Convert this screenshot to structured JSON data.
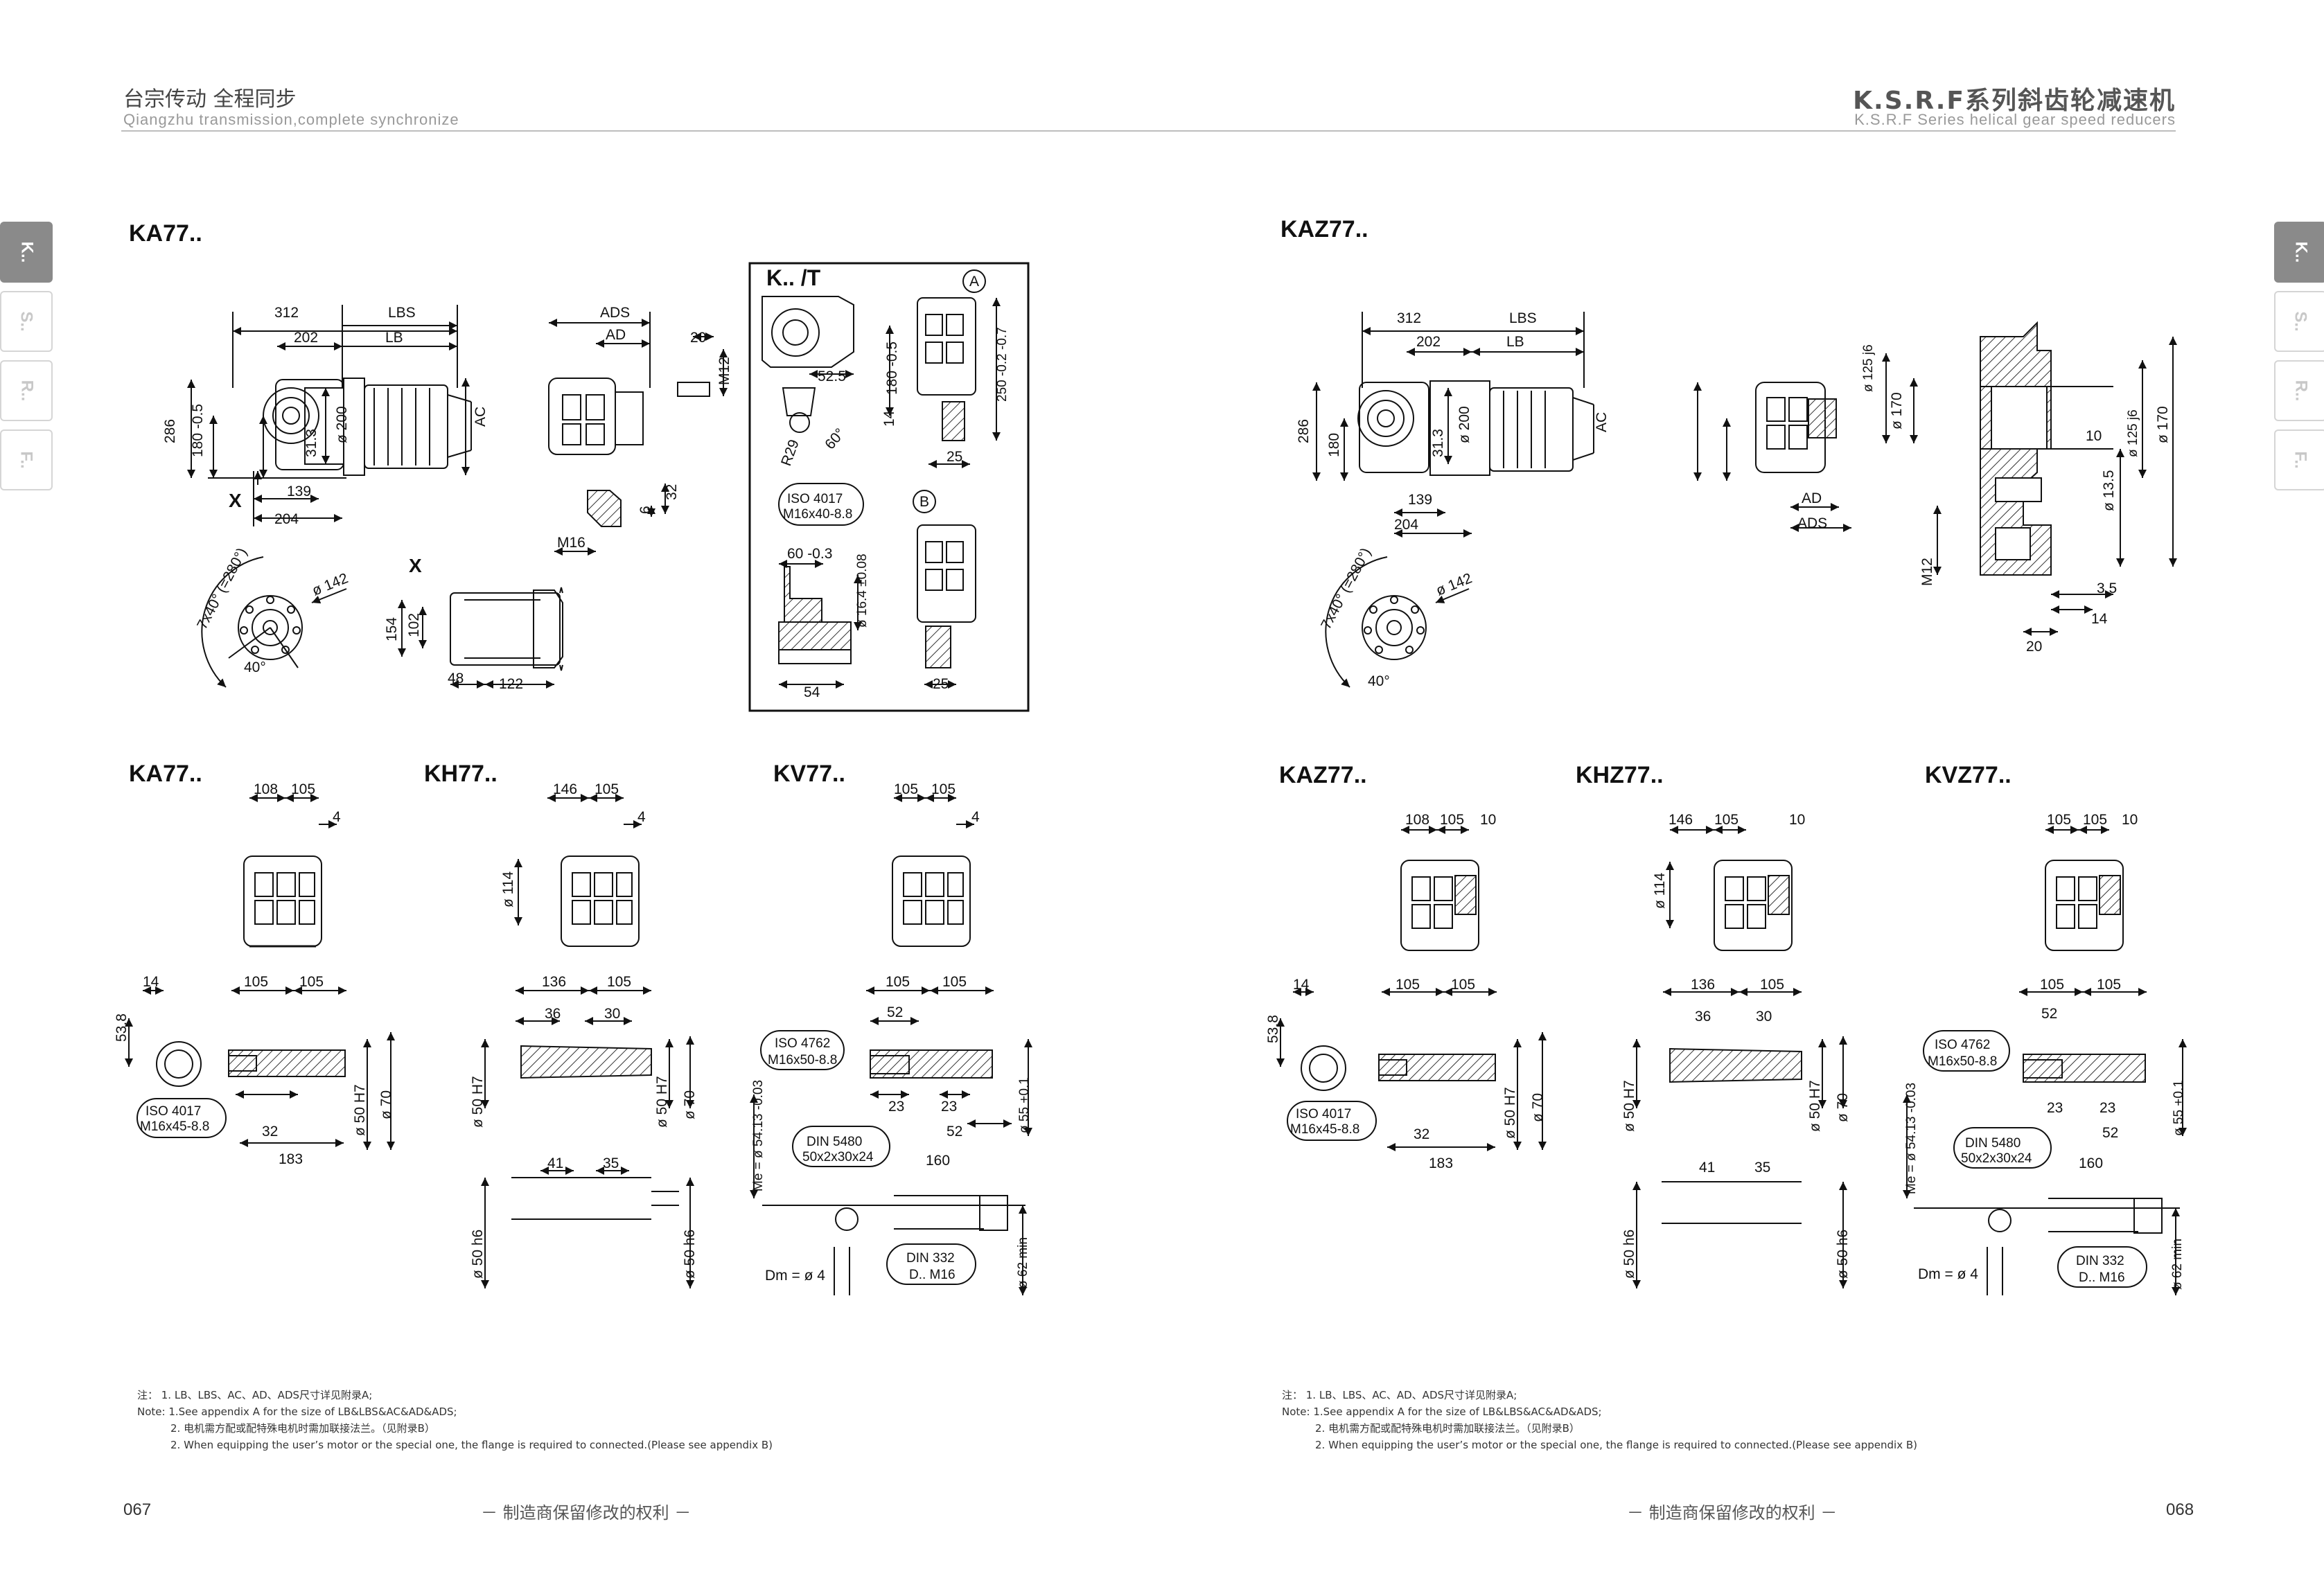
{
  "header": {
    "left_cn": "台宗传动   全程同步",
    "left_en": "Qiangzhu transmission,complete synchronize",
    "right_cn": "K.S.R.F系列斜齿轮减速机",
    "right_en": "K.S.R.F Series helical gear speed reducers"
  },
  "side_tabs": [
    "K..",
    "S..",
    "R..",
    "F.."
  ],
  "left_page": {
    "models": {
      "top": "KA77..",
      "bottom_1": "KA77..",
      "bottom_2": "KH77..",
      "bottom_3": "KV77.."
    },
    "kt_box": {
      "title": "K.. /T",
      "a_label": "A",
      "b_label": "B",
      "iso": "ISO 4017",
      "bolt": "M16x40-8.8"
    },
    "dims_main": {
      "d312": "312",
      "lbs": "LBS",
      "d202": "202",
      "lb": "LB",
      "d286": "286",
      "d180": "180 -0.5",
      "d200": "ø 200",
      "d31": "31.3",
      "ac": "AC",
      "x": "X",
      "d139": "139",
      "d204": "204"
    },
    "dims_side": {
      "ads": "ADS",
      "ad": "AD",
      "d20": "20",
      "m12": "M12",
      "d32": "32",
      "d6": "6",
      "m16": "M16"
    },
    "dims_flange": {
      "angle": "7x40° (=280°)",
      "d142": "ø 142",
      "a40": "40°"
    },
    "dims_x": {
      "x": "X",
      "d154": "154",
      "d102": "102",
      "d48": "48",
      "d122": "122"
    },
    "dims_kt": {
      "d52": "52.5",
      "d14": "14",
      "d180": "180 -0.5",
      "r29": "R29",
      "a60": "60°",
      "d250": "250 -0.2 -0.7",
      "d25": "25",
      "d60": "60 -0.3",
      "d16": "ø 16.4 ±0.08",
      "d54": "54",
      "d25b": "25"
    },
    "ka_bottom": {
      "d108": "108",
      "d105": "105",
      "d4": "4",
      "d14": "14",
      "d105a": "105",
      "d105b": "105",
      "d53": "53.8",
      "iso": "ISO 4017",
      "bolt": "M16x45-8.8",
      "d32": "32",
      "d183": "183",
      "d50": "ø 50 H7",
      "d70": "ø 70"
    },
    "kh_bottom": {
      "d146": "146",
      "d105": "105",
      "d4": "4",
      "d114": "ø 114",
      "d136": "136",
      "d105a": "105",
      "d36": "36",
      "d30": "30",
      "d50a": "ø 50 H7",
      "d50b": "ø 50 H7",
      "d70": "ø 70",
      "d41": "41",
      "d35": "35",
      "d50c": "ø 50 h6",
      "d50d": "ø 50 h6"
    },
    "kv_bottom": {
      "d105a": "105",
      "d105b": "105",
      "d4": "4",
      "d105c": "105",
      "d105d": "105",
      "d52": "52",
      "iso": "ISO 4762",
      "bolt": "M16x50-8.8",
      "me": "Me = ø 54.13 -0.03",
      "d23a": "23",
      "d23b": "23",
      "d52b": "52",
      "d55": "ø 55 +0.1",
      "din1": "DIN 5480",
      "din1b": "50x2x30x24",
      "d160": "160",
      "dm": "Dm = ø 4",
      "din2": "DIN 332",
      "din2b": "D.. M16",
      "d62": "ø 62 min"
    },
    "notes": [
      "注：  1. LB、LBS、AC、AD、ADS尺寸详见附录A;",
      "Note: 1.See appendix A for the size of LB&LBS&AC&AD&ADS;",
      "2. 电机需方配或配特殊电机时需加联接法兰。（见附录B）",
      "2. When equipping the user’s motor or the special one, the flange is required to connected.(Please see appendix B)"
    ],
    "page_number": "067",
    "reserved": "－ 制造商保留修改的权利 －"
  },
  "right_page": {
    "models": {
      "top": "KAZ77..",
      "bottom_1": "KAZ77..",
      "bottom_2": "KHZ77..",
      "bottom_3": "KVZ77.."
    },
    "dims_main": {
      "d312": "312",
      "lbs": "LBS",
      "d202": "202",
      "lb": "LB",
      "d286": "286",
      "d180": "180",
      "d200": "ø 200",
      "d31": "31.3",
      "ac": "AC",
      "d139": "139",
      "d204": "204"
    },
    "dims_side": {
      "d125": "ø 125 j6",
      "d170": "ø 170",
      "ad": "AD",
      "ads": "ADS"
    },
    "dims_flange": {
      "angle": "7x40° (=280°)",
      "d142": "ø 142",
      "a40": "40°"
    },
    "dims_detail": {
      "d10": "10",
      "d125": "ø 125 j6",
      "d170": "ø 170",
      "d13": "ø 13.5",
      "m12": "M12",
      "d35": "3.5",
      "d14": "14",
      "d20": "20"
    },
    "kaz_bottom": {
      "d108": "108",
      "d105": "105",
      "d10": "10",
      "d14": "14",
      "d105a": "105",
      "d105b": "105",
      "d53": "53.8",
      "iso": "ISO 4017",
      "bolt": "M16x45-8.8",
      "d32": "32",
      "d183": "183",
      "d50": "ø 50 H7",
      "d70": "ø 70"
    },
    "khz_bottom": {
      "d146": "146",
      "d105": "105",
      "d10": "10",
      "d114": "ø 114",
      "d136": "136",
      "d105a": "105",
      "d36": "36",
      "d30": "30",
      "d50a": "ø 50 H7",
      "d50b": "ø 50 H7",
      "d70": "ø 70",
      "d41": "41",
      "d35": "35",
      "d50c": "ø 50 h6",
      "d50d": "ø 50 h6"
    },
    "kvz_bottom": {
      "d105a": "105",
      "d105b": "105",
      "d10": "10",
      "d105c": "105",
      "d105d": "105",
      "d52": "52",
      "iso": "ISO 4762",
      "bolt": "M16x50-8.8",
      "me": "Me = ø 54.13 -0.03",
      "d23a": "23",
      "d23b": "23",
      "d52b": "52",
      "d55": "ø 55 +0.1",
      "din1": "DIN 5480",
      "din1b": "50x2x30x24",
      "d160": "160",
      "dm": "Dm = ø 4",
      "din2": "DIN 332",
      "din2b": "D.. M16",
      "d62": "ø 62 min"
    },
    "notes": [
      "注：  1. LB、LBS、AC、AD、ADS尺寸详见附录A;",
      "Note: 1.See appendix A for the size of LB&LBS&AC&AD&ADS;",
      "2. 电机需方配或配特殊电机时需加联接法兰。（见附录B）",
      "2. When equipping the user’s motor or the special one, the flange is required to connected.(Please see appendix B)"
    ],
    "page_number": "068",
    "reserved": "－ 制造商保留修改的权利 －"
  }
}
